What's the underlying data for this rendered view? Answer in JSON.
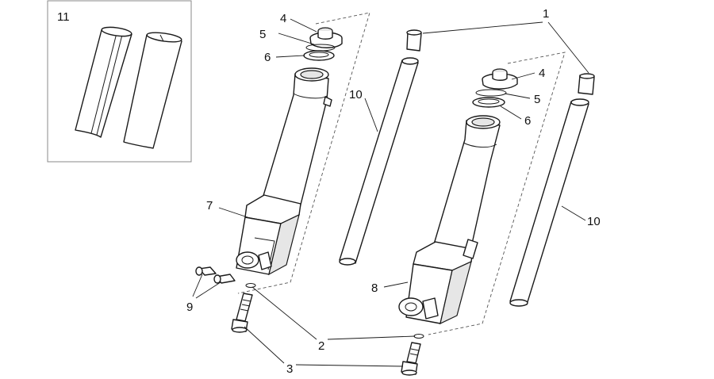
{
  "callouts": {
    "c1": "1",
    "c2": "2",
    "c3": "3",
    "c4_left": "4",
    "c4_right": "4",
    "c5_left": "5",
    "c5_right": "5",
    "c6_left": "6",
    "c6_right": "6",
    "c7": "7",
    "c8": "8",
    "c9": "9",
    "c10_left": "10",
    "c10_right": "10",
    "c11": "11"
  },
  "colors": {
    "line": "#1a1a1a",
    "fill": "#ffffff",
    "shade": "#e6e6e6",
    "inset_border": "#8a8a8a"
  }
}
